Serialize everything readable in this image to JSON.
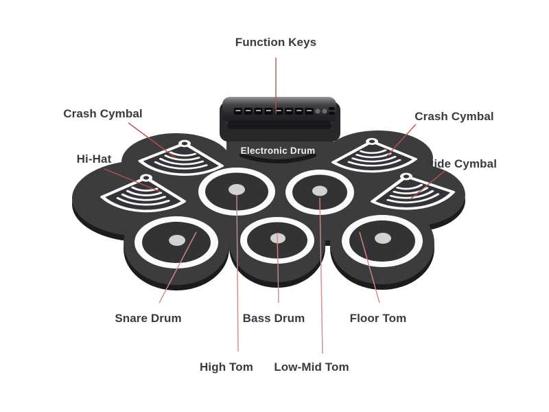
{
  "product_diagram": {
    "control_panel": {
      "logo_text": "Electronic Drum"
    },
    "labels": {
      "function_keys": "Function Keys",
      "crash_cymbal_left": "Crash Cymbal",
      "hi_hat": "Hi-Hat",
      "crash_cymbal_right": "Crash Cymbal",
      "ride_cymbal": "Ride Cymbal",
      "snare_drum": "Snare Drum",
      "bass_drum": "Bass Drum",
      "floor_tom": "Floor Tom",
      "high_tom": "High Tom",
      "low_mid_tom": "Low-Mid Tom"
    },
    "colors": {
      "background": "#ffffff",
      "label_text": "#3a3a3a",
      "leader_line_upper": "#b5524b",
      "leader_line_lower": "#d18b85",
      "mat_body": "#3c3c3f",
      "mat_edge_shadow": "#1c1c1f",
      "pad_ring": "#fbfbfb",
      "pad_surface": "#333336",
      "pad_center_dot": "#d2d2d2",
      "panel_dark": "#232327",
      "logo_text_color": "#f2f2f3"
    }
  }
}
